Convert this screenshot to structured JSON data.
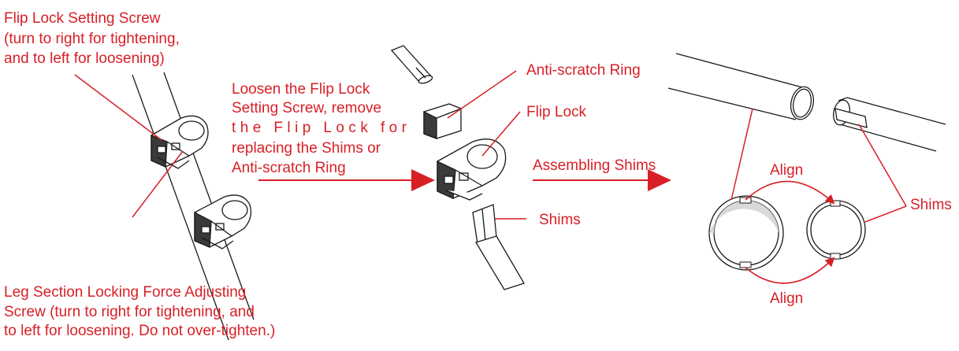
{
  "colors": {
    "accent": "#d81f26",
    "line": "#1a1a1a",
    "fill_dark": "#2b2b2b",
    "fill_light": "#ffffff"
  },
  "labels": {
    "flip_lock_setting_screw": [
      "Flip Lock Setting Screw",
      "(turn to right for tightening,",
      "and to left for loosening)"
    ],
    "leg_section_adjusting_screw": [
      "Leg Section Locking Force Adjusting",
      "Screw (turn to right for tightening, and",
      "to left for loosening. Do not over-tighten.)"
    ],
    "loosen_instruction": [
      "Loosen the Flip Lock",
      "Setting Screw, remove",
      "the Flip Lock for",
      "replacing the Shims or",
      "Anti-scratch Ring"
    ],
    "anti_scratch_ring": "Anti-scratch Ring",
    "flip_lock": "Flip Lock",
    "shims_middle": "Shims",
    "assembling_shims": "Assembling Shims",
    "align_top": "Align",
    "align_bottom": "Align",
    "shims_right": "Shims"
  }
}
